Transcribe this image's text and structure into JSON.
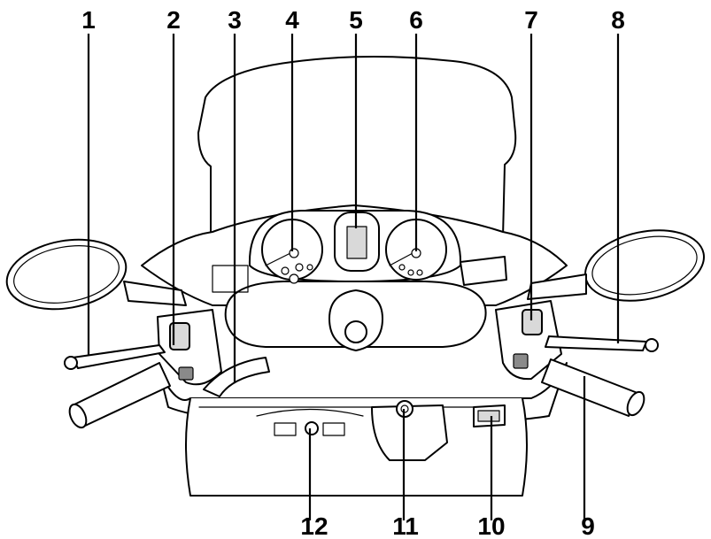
{
  "callouts": [
    {
      "id": 1,
      "label": "1"
    },
    {
      "id": 2,
      "label": "2"
    },
    {
      "id": 3,
      "label": "3"
    },
    {
      "id": 4,
      "label": "4"
    },
    {
      "id": 5,
      "label": "5"
    },
    {
      "id": 6,
      "label": "6"
    },
    {
      "id": 7,
      "label": "7"
    },
    {
      "id": 8,
      "label": "8"
    },
    {
      "id": 9,
      "label": "9"
    },
    {
      "id": 10,
      "label": "10"
    },
    {
      "id": 11,
      "label": "11"
    },
    {
      "id": 12,
      "label": "12"
    }
  ],
  "colors": {
    "line": "#000000",
    "background": "#ffffff",
    "shade": "#d9d9d9"
  }
}
